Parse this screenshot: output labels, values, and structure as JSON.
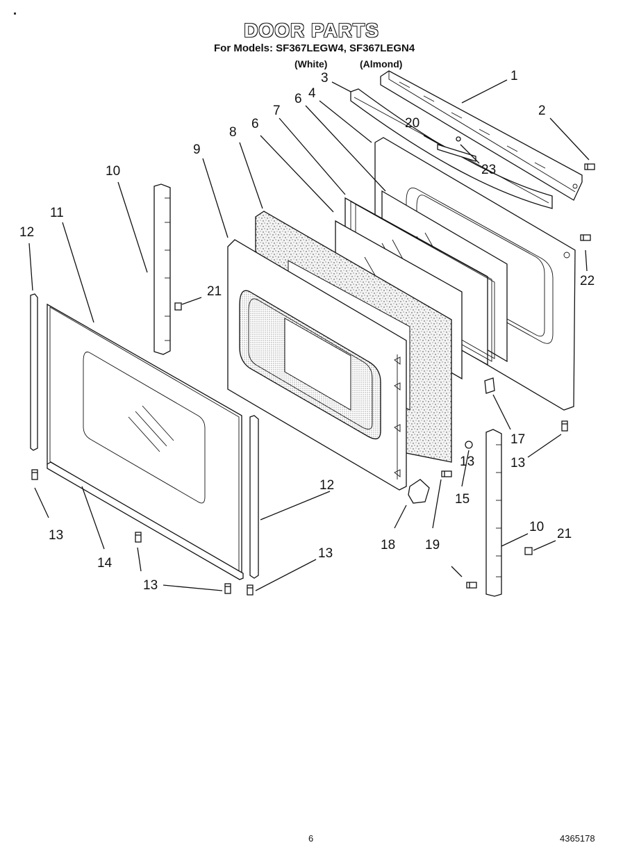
{
  "header": {
    "title": "DOOR PARTS",
    "models_line": "For Models: SF367LEGW4, SF367LEGN4",
    "variant_white": "(White)",
    "variant_almond": "(Almond)"
  },
  "callouts": [
    "1",
    "2",
    "3",
    "4",
    "6",
    "6",
    "7",
    "8",
    "9",
    "10",
    "10",
    "11",
    "12",
    "12",
    "13",
    "13",
    "13",
    "13",
    "13",
    "14",
    "15",
    "17",
    "18",
    "19",
    "20",
    "21",
    "21",
    "22",
    "23"
  ],
  "footer": {
    "page_number": "6",
    "doc_number": "4365178"
  }
}
